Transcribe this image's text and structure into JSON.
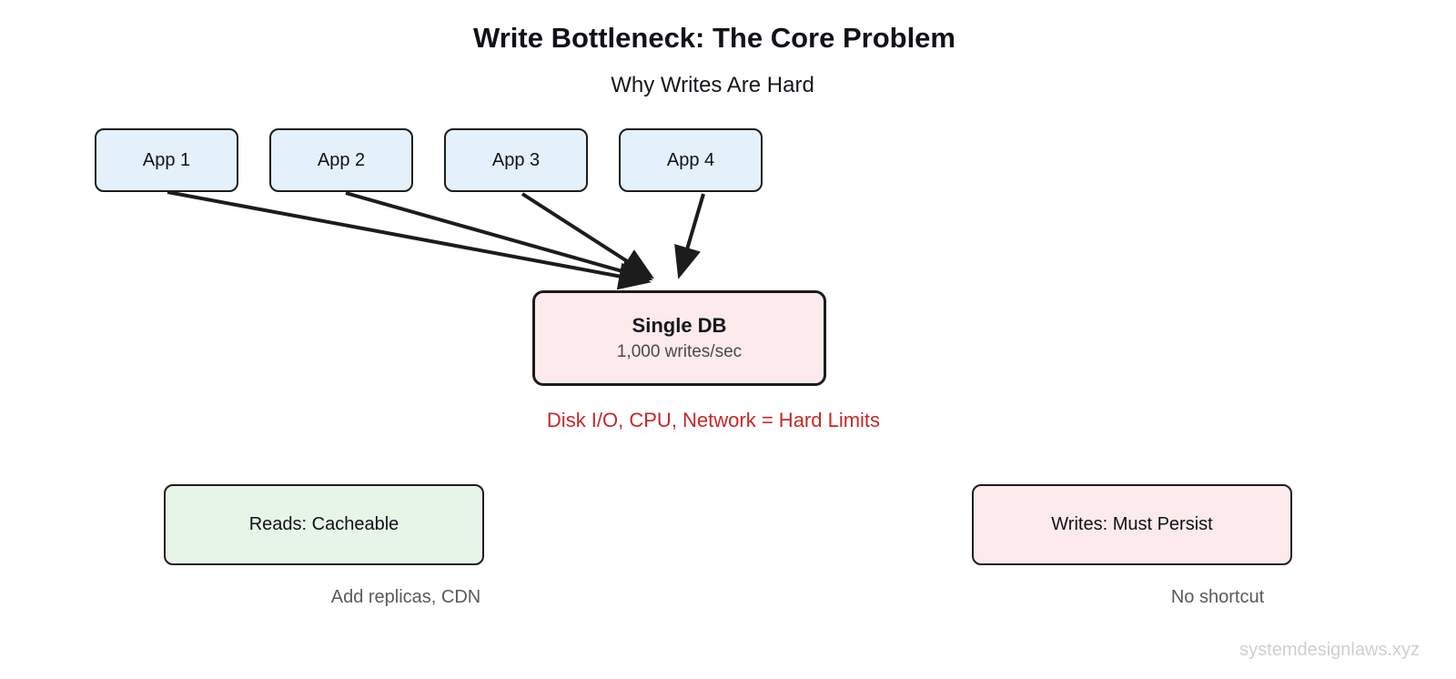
{
  "header": {
    "title": "Write Bottleneck: The Core Problem",
    "subtitle": "Why Writes Are Hard"
  },
  "apps": [
    {
      "label": "App 1"
    },
    {
      "label": "App 2"
    },
    {
      "label": "App 3"
    },
    {
      "label": "App 4"
    }
  ],
  "database": {
    "title": "Single DB",
    "subtitle": "1,000 writes/sec"
  },
  "warning": "Disk I/O, CPU, Network = Hard Limits",
  "comparison": {
    "reads": {
      "label": "Reads: Cacheable",
      "caption": "Add replicas, CDN"
    },
    "writes": {
      "label": "Writes: Must Persist",
      "caption": "No shortcut"
    }
  },
  "watermark": "systemdesignlaws.xyz",
  "colors": {
    "app_fill": "#e4f0fa",
    "db_fill": "#fceaec",
    "reads_fill": "#e7f4e8",
    "writes_fill": "#fceaec",
    "warning_color": "#c62828",
    "border_color": "#1c1c1c",
    "muted_color": "#4a4a4a",
    "caption_color": "#5a5a5a",
    "watermark_color": "#cfcfcf"
  }
}
